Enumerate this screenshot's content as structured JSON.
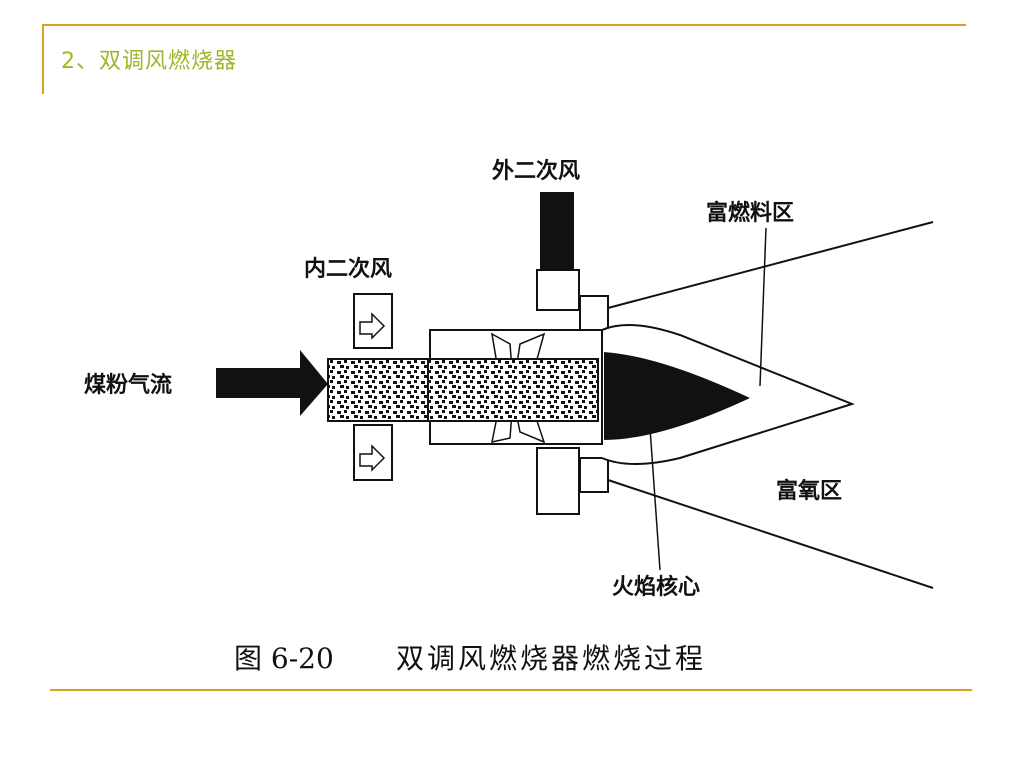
{
  "slide": {
    "title": "2、双调风燃烧器",
    "accent_color": "#d7a21c",
    "title_color": "#a2b52a"
  },
  "diagram": {
    "labels": {
      "outer_secondary_air": "外二次风",
      "inner_secondary_air": "内二次风",
      "coal_powder_flow": "煤粉气流",
      "fuel_rich_zone": "富燃料区",
      "oxygen_rich_zone": "富氧区",
      "flame_core": "火焰核心"
    },
    "caption": {
      "figure_number": "图 6-20",
      "text": "双调风燃烧器燃烧过程"
    }
  }
}
